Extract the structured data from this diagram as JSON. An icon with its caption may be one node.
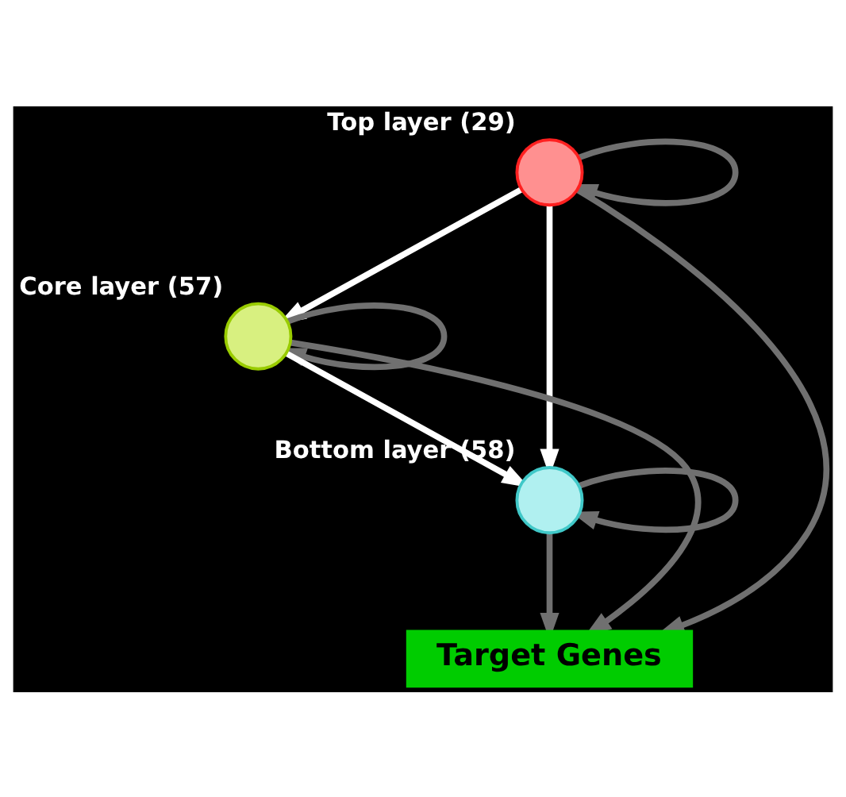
{
  "diagram": {
    "nodes": [
      {
        "text": [],
        "shape": "circle",
        "beside": [
          "Top layer (29)"
        ]
      },
      {
        "text": [],
        "shape": "circle",
        "beside": [
          "Core layer (57)"
        ]
      },
      {
        "text": [],
        "shape": "circle",
        "beside": [
          "Bottom layer (58)"
        ]
      },
      {
        "text": [
          "Target Genes"
        ]
      }
    ],
    "edges": [
      {
        "from": 0,
        "to": 0,
        "arrow": "to"
      },
      {
        "from": 0,
        "to": 1,
        "arrow": "to",
        "color": "#ffffff"
      },
      {
        "from": 0,
        "to": 2,
        "arrow": "to",
        "color": "#ffffff"
      },
      {
        "from": 1,
        "to": 1,
        "arrow": "to"
      },
      {
        "from": 1,
        "to": 2,
        "arrow": "to",
        "color": "#ffffff"
      },
      {
        "from": 2,
        "to": 2,
        "arrow": "to"
      },
      {
        "from": 1,
        "to": 3,
        "arrow": "to"
      },
      {
        "from": 2,
        "to": 3,
        "arrow": "to"
      },
      {
        "from": 0,
        "to": 3,
        "arrow": "to"
      }
    ]
  }
}
